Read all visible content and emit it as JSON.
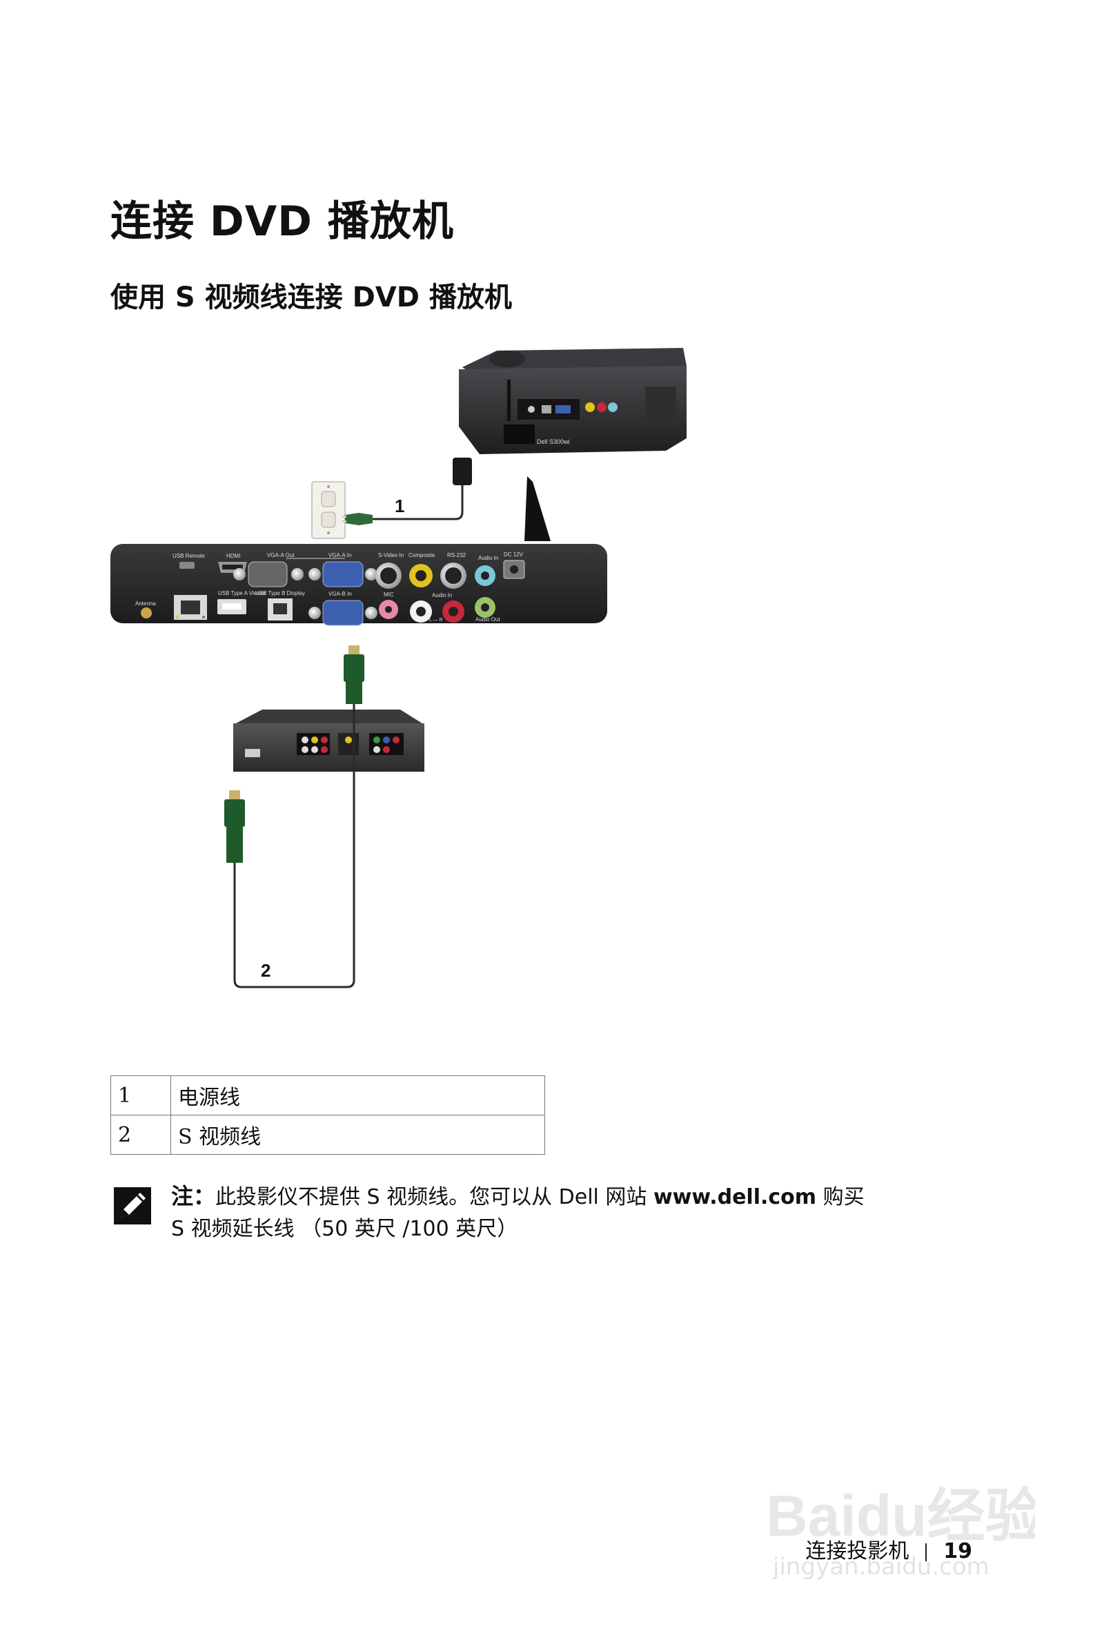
{
  "page": {
    "title": "连接 DVD 播放机",
    "subtitle": "使用 S 视频线连接 DVD 播放机"
  },
  "figure": {
    "callout_1": "1",
    "callout_2": "2",
    "ports": {
      "usb_remote": "USB Remote",
      "hdmi": "HDMI",
      "vga_a_out": "VGA-A Out",
      "vga_a_in": "VGA-A In",
      "s_video_in": "S-Video In",
      "composite": "Composite",
      "rs232": "RS-232",
      "audio_in": "Audio In",
      "dc_12v": "DC 12V",
      "antenna": "Antenna",
      "usb_type_a": "USB Type A Viewer",
      "usb_type_b": "USB Type B Display",
      "vga_b_in": "VGA-B In",
      "mic": "MIC",
      "audio_in_lr": "Audio In",
      "lr": "L — R",
      "audio_out": "Audio Out"
    },
    "colors": {
      "cable": "#2a2a2a",
      "connector_green": "#1f5a2a",
      "connector_tip": "#c9b26a",
      "vga_blue": "#3d5fb0",
      "yellow_jack": "#e3c21b",
      "red_jack": "#c8283a",
      "pink_jack": "#e68aa5",
      "cyan_jack": "#7cc7d8",
      "green_jack": "#9cc36b"
    }
  },
  "legend": [
    {
      "num": "1",
      "label": "电源线"
    },
    {
      "num": "2",
      "label": "S 视频线"
    }
  ],
  "note": {
    "label": "注：",
    "text_before": "此投影仪不提供 S 视频线。您可以从 Dell 网站 ",
    "website": "www.dell.com",
    "text_after": " 购买",
    "line2": "S 视频延长线 （50 英尺 /100 英尺）"
  },
  "footer": {
    "section": "连接投影机",
    "page_number": "19"
  },
  "watermark": {
    "brand": "Baidu经验",
    "url": "jingyan.baidu.com"
  }
}
